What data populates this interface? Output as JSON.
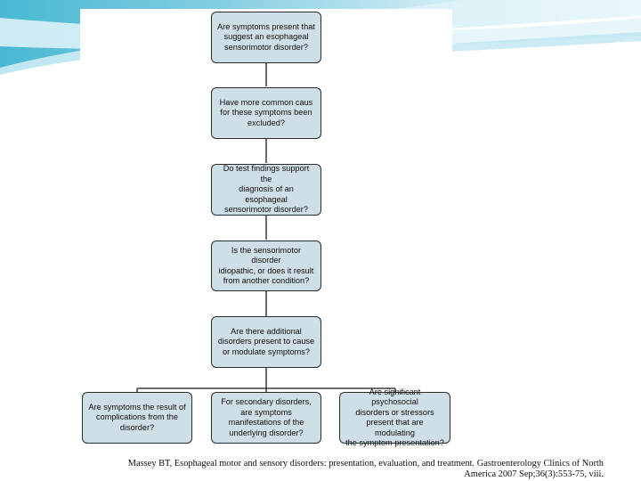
{
  "colors": {
    "node_fill": "#cfdfe7",
    "node_border": "#2b2b2b",
    "swoosh_light": "#c8e8f2",
    "swoosh_mid": "#7fcce0",
    "swoosh_dark": "#3ab3cf"
  },
  "flowchart": {
    "nodes": [
      {
        "id": "q1",
        "text": "Are symptoms present that\nsuggest an esophageal\nsensorimotor disorder?"
      },
      {
        "id": "q2",
        "text": "Have more common caus\nfor these symptoms been\nexcluded?"
      },
      {
        "id": "q3",
        "text": "Do test findings support the\ndiagnosis of an esophageal\nsensorimotor disorder?"
      },
      {
        "id": "q4",
        "text": "Is the sensorimotor disorder\nidiopathic, or does it result\nfrom another condition?"
      },
      {
        "id": "q5",
        "text": "Are there additional\ndisorders present to cause\nor modulate symptoms?"
      },
      {
        "id": "q6a",
        "text": "Are symptoms the result of\ncomplications from the\ndisorder?"
      },
      {
        "id": "q6b",
        "text": "For secondary disorders,\nare symptoms\nmanifestations of the\nunderlying disorder?"
      },
      {
        "id": "q6c",
        "text": "Are significant psychosocial\ndisorders or stressors\npresent that are modulating\nthe symptom presentation?"
      }
    ],
    "edges": [
      {
        "from": "q1",
        "to": "q2"
      },
      {
        "from": "q2",
        "to": "q3"
      },
      {
        "from": "q3",
        "to": "q4"
      },
      {
        "from": "q4",
        "to": "q5"
      },
      {
        "from": "q5",
        "to": "q6a"
      },
      {
        "from": "q5",
        "to": "q6b"
      },
      {
        "from": "q5",
        "to": "q6c"
      }
    ]
  },
  "citation": {
    "line1": "Massey BT, Esophageal motor and sensory disorders: presentation, evaluation, and treatment. Gastroenterology Clinics of North",
    "line2": "America 2007 Sep;36(3):553-75, viii."
  }
}
